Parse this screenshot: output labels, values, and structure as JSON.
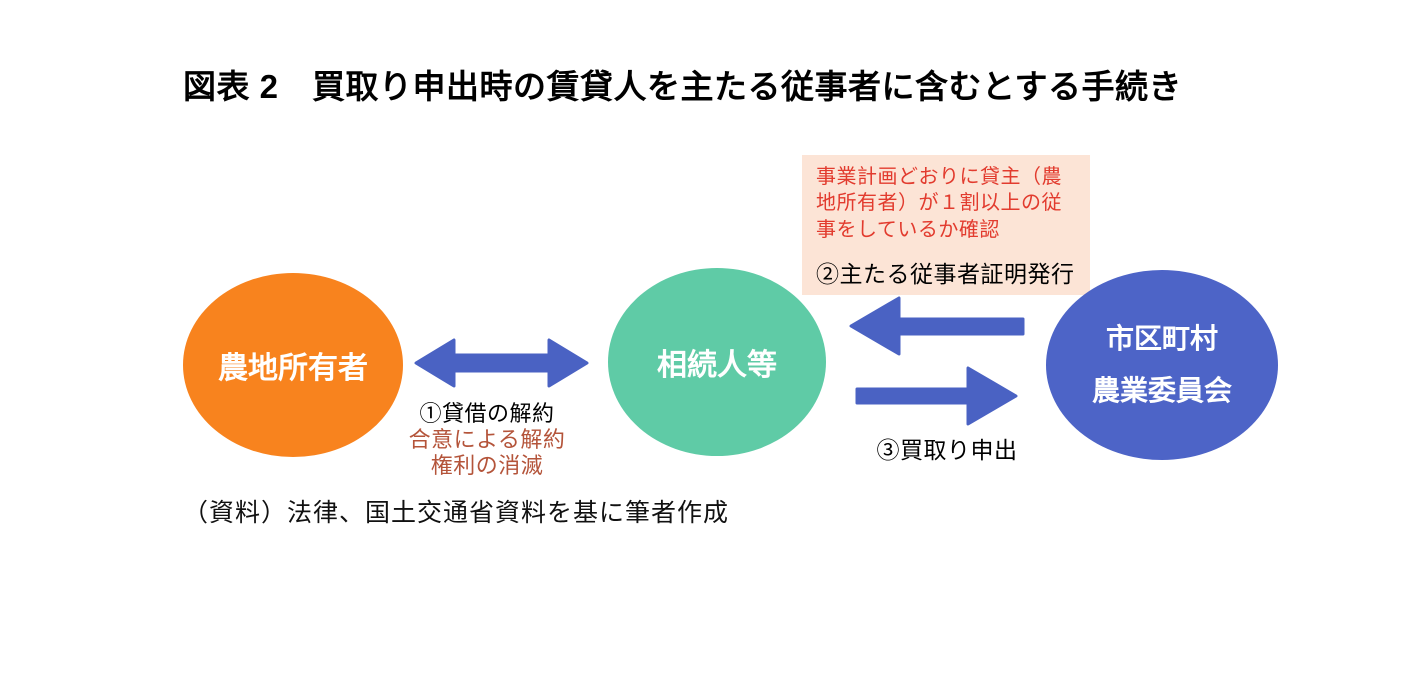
{
  "title": "図表 2　買取り申出時の賃貸人を主たる従事者に含むとする手続き",
  "note_box": {
    "check_text": "事業計画どおりに貸主（農地所有者）が１割以上の従事をしているか確認",
    "step2_label": "②主たる従事者証明発行"
  },
  "nodes": {
    "owner": {
      "label": "農地所有者",
      "color": "#F8831E"
    },
    "heirs": {
      "label": "相続人等",
      "color": "#5FCBA6"
    },
    "committee": {
      "label_line1": "市区町村",
      "label_line2": "農業委員会",
      "color": "#4D64C7"
    }
  },
  "edges": {
    "lease_cancellation": {
      "label": "①貸借の解約",
      "note_line1": "合意による解約",
      "note_line2": "権利の消滅"
    },
    "buyout_offer": {
      "label": "③買取り申出"
    }
  },
  "colors": {
    "arrow": "#4A62C3",
    "note_box_bg": "#FCE4D6",
    "note_box_red_text": "#E23B2E",
    "edge_note_text": "#B4543A"
  },
  "caption": "（資料）法律、国土交通省資料を基に筆者作成"
}
